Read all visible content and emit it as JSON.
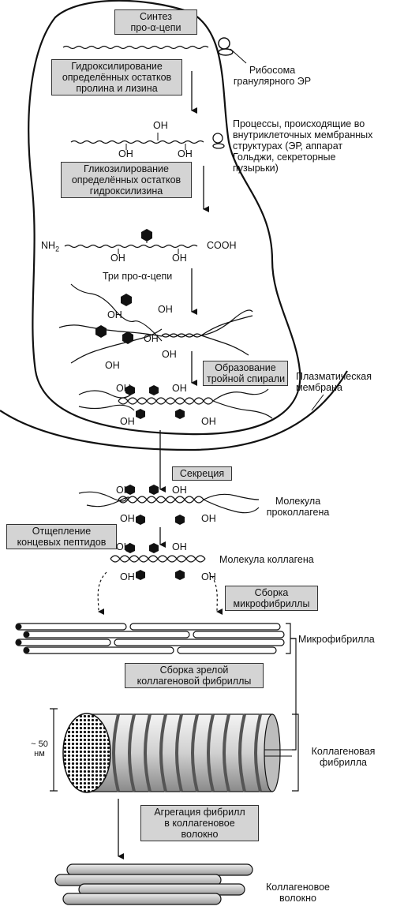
{
  "steps": {
    "synthesis": "Синтез\nпро-α-цепи",
    "hydroxylation": "Гидроксилирование\nопределённых остатков\nпролина и лизина",
    "glycosylation": "Гликозилирование\nопределённых остатков\nгидроксилизина",
    "triple_helix": "Образование\nтройной спирали",
    "secretion": "Секреция",
    "cleavage": "Отщепление\nконцевых пептидов",
    "microfibril_assembly": "Сборка\nмикрофибриллы",
    "fibril_assembly": "Сборка зрелой\nколлагеновой фибриллы",
    "aggregation": "Агрегация фибрилл\nв коллагеновое\nволокно"
  },
  "labels": {
    "ribosome": "Рибосома\nгранулярного ЭР",
    "processes": "Процессы, происходящие во\nвнутриклеточных мембранных\nструктурах (ЭР, аппарат\nГольджи, секреторные\nпузырьки)",
    "three_chains": "Три про-α-цепи",
    "nh2": "NH",
    "nh2_sub": "2",
    "cooh": "COOH",
    "oh": "OH",
    "plasma_membrane": "Плазматическая\nмембрана",
    "procollagen": "Молекула\nпроколлагена",
    "collagen_molecule": "Молекула коллагена",
    "microfibril": "Микрофибрилла",
    "collagen_fibril": "Коллагеновая\nфибрилла",
    "collagen_fiber": "Коллагеновое\nволокно",
    "size_value": "~ 50",
    "size_unit": "нм"
  }
}
